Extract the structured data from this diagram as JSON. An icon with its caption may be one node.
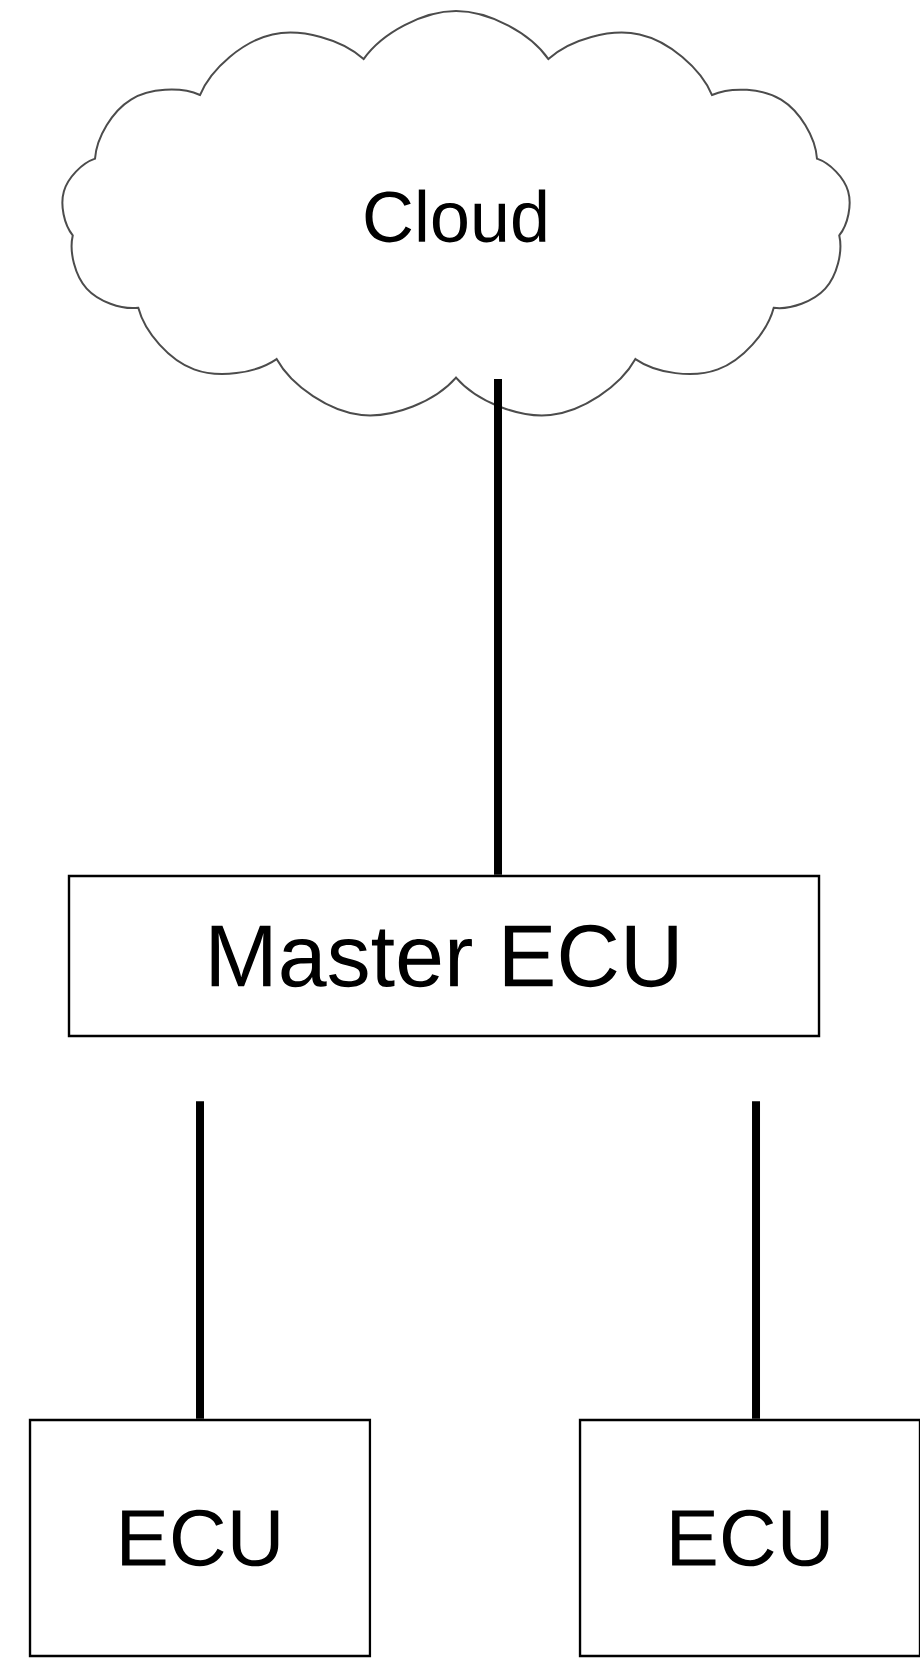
{
  "diagram": {
    "nodes": [
      {
        "text": [
          "Cloud"
        ]
      },
      {
        "text": [
          "Master ECU"
        ]
      },
      {
        "text": [
          "ECU"
        ]
      },
      {
        "text": [
          "ECU"
        ]
      }
    ],
    "edges": [
      {
        "from": 0,
        "to": 1,
        "arrow": "none"
      },
      {
        "from": 1,
        "to": 2,
        "arrow": "none"
      },
      {
        "from": 1,
        "to": 3,
        "arrow": "none"
      }
    ]
  }
}
